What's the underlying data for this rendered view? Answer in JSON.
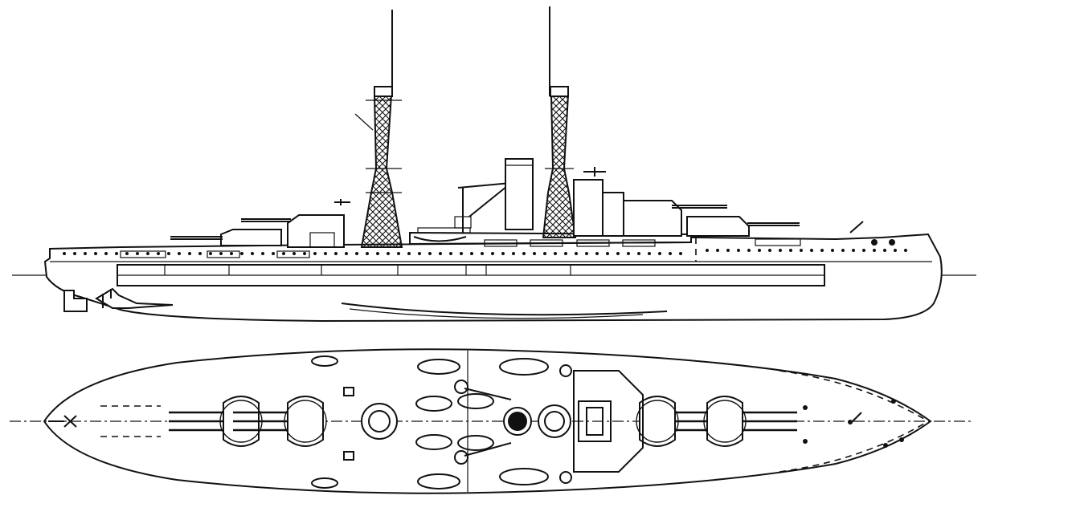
{
  "drawing": {
    "ink_color": "#111111",
    "paper_color": "#ffffff",
    "views": [
      {
        "view": "profile",
        "icon": "battleship-profile-icon"
      },
      {
        "view": "plan",
        "icon": "battleship-plan-icon"
      }
    ],
    "counts": {
      "masts": 2,
      "funnels": 1,
      "main_gun_turrets": 4,
      "guns_per_main_turret": 3
    }
  }
}
